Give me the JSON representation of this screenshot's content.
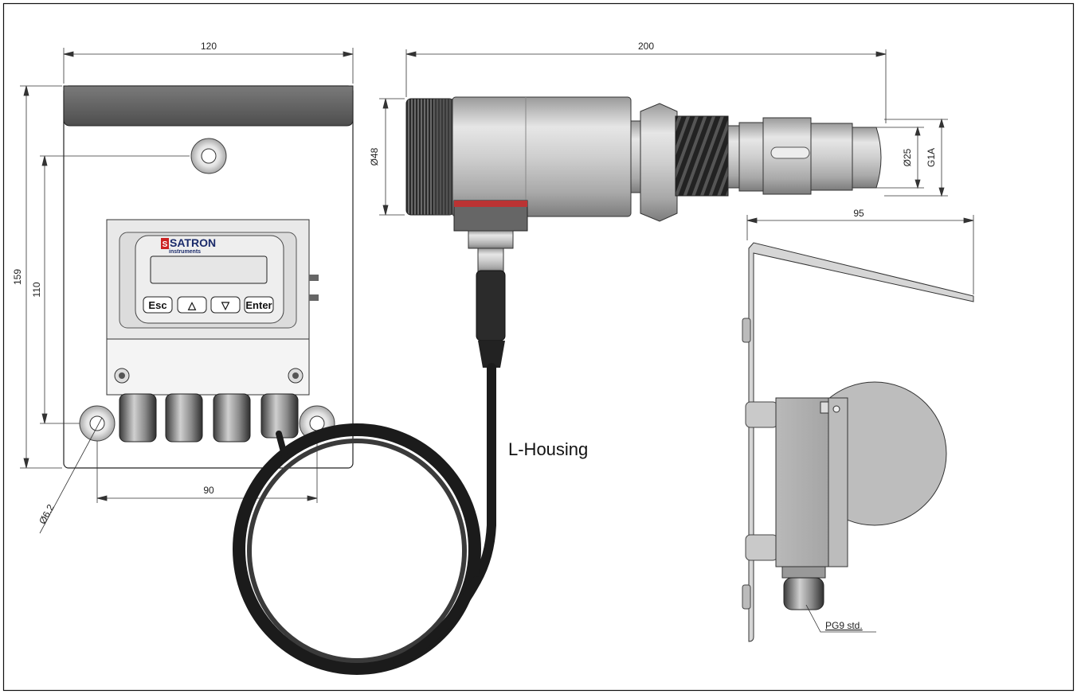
{
  "dimensions": {
    "enclosure_width": "120",
    "enclosure_height": "159",
    "hole_vertical_spacing": "110",
    "hole_horizontal_spacing": "90",
    "hole_diameter": "Ø6.2",
    "sensor_length": "200",
    "sensor_diameter": "Ø48",
    "tip_diameter": "Ø25",
    "thread": "G1A",
    "bracket_depth": "95"
  },
  "labels": {
    "housing": "L-Housing",
    "cable_gland": "PG9 std."
  },
  "display": {
    "brand": "SATRON",
    "brand_mark": "S",
    "brand_sub": "instruments",
    "buttons": [
      "Esc",
      "△",
      "▽",
      "Enter"
    ]
  }
}
